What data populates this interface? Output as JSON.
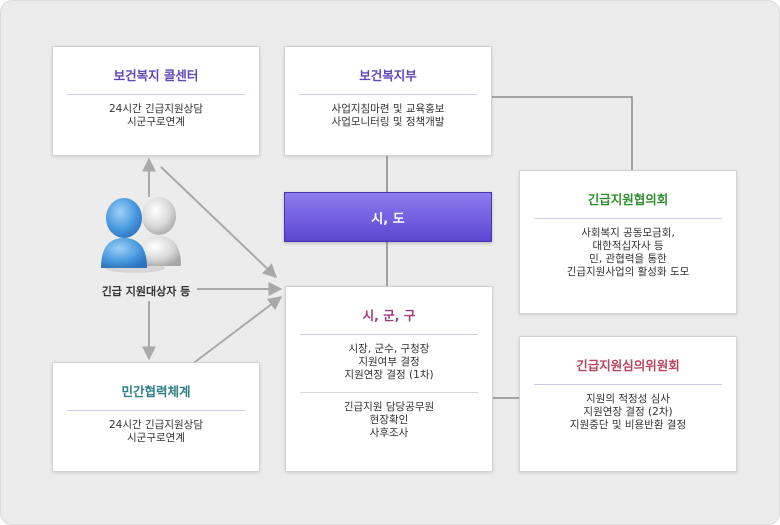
{
  "boxes": {
    "call_center": {
      "title": "보건복지 콜센터",
      "lines": [
        "24시간 긴급지원상담",
        "시군구로연계"
      ]
    },
    "ministry": {
      "title": "보건복지부",
      "lines": [
        "사업지침마련 및 교육홍보",
        "사업모니터링 및 정책개발"
      ]
    },
    "sido": {
      "title": "시, 도"
    },
    "council": {
      "title": "긴급지원협의회",
      "lines": [
        "사회복지 공동모금회,",
        "대한적십자사 등",
        "민, 관협력을 통한",
        "긴급지원사업의 활성화 도모"
      ]
    },
    "sigungu": {
      "title": "시, 군, 구",
      "lines_a": [
        "시장, 군수, 구청장",
        "지원여부 결정",
        "지원연장 결정 (1차)"
      ],
      "lines_b": [
        "긴급지원 담당공무원",
        "현장확인",
        "사후조사"
      ]
    },
    "committee": {
      "title": "긴급지원심의위원회",
      "lines": [
        "지원의 적정성 심사",
        "지원연장 결정 (2차)",
        "지원중단 및 비용반환 결정"
      ]
    },
    "private": {
      "title": "민간협력체계",
      "lines": [
        "24시간 긴급지원상담",
        "시군구로연계"
      ]
    }
  },
  "target": {
    "label": "긴급 지원대상자 등",
    "icon": "people-icon"
  },
  "colors": {
    "background": "#ececec",
    "title_purple": "#5f48b8",
    "title_green": "#2f8f2f",
    "title_teal": "#2f7f86",
    "title_magenta": "#a23b7b",
    "title_rose": "#b8455e",
    "sido_fill": "#6c58dc",
    "connector": "#8a8a8a",
    "arrow": "#a9a9a9"
  }
}
